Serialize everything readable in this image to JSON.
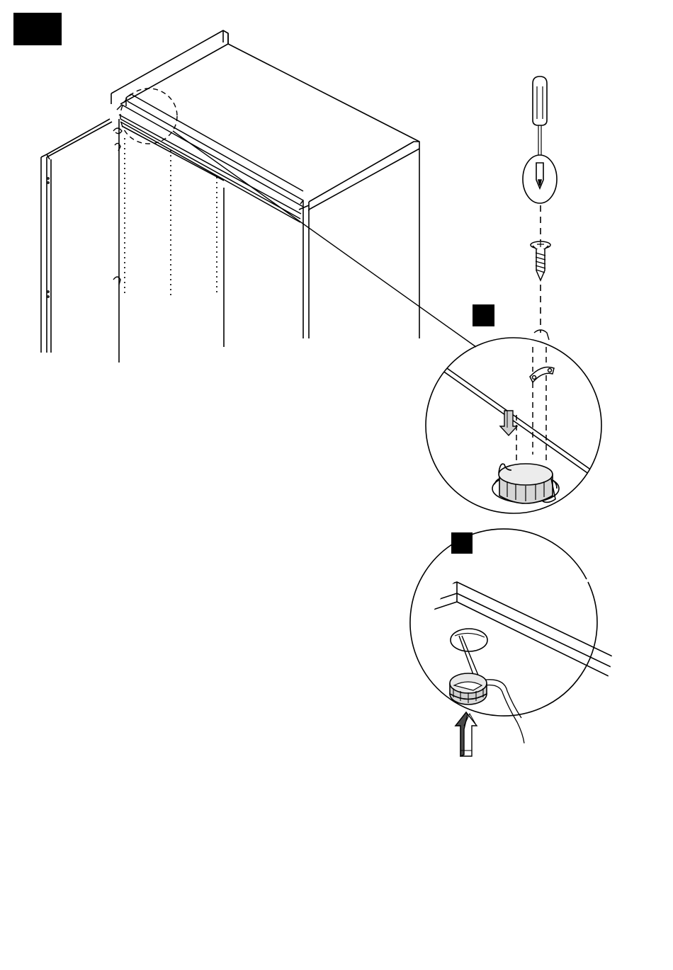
{
  "page": {
    "background": "#ffffff",
    "ink": "#000000",
    "fill_light": "#e6e6e6",
    "fill_mid": "#c8c8c8"
  },
  "badges": [
    {
      "name": "step-number-badge-main",
      "text": ""
    },
    {
      "name": "step-number-badge-detail-a",
      "text": ""
    },
    {
      "name": "step-number-badge-detail-b",
      "text": ""
    }
  ],
  "parts": {
    "tools": [
      "screwdriver-icon",
      "screw-icon"
    ],
    "detail_a": [
      "mounting-clip-icon",
      "cable-grommet-icon",
      "press-down-arrow-icon"
    ],
    "detail_b": [
      "grommet-cap-icon",
      "push-up-arrow-icon"
    ]
  }
}
